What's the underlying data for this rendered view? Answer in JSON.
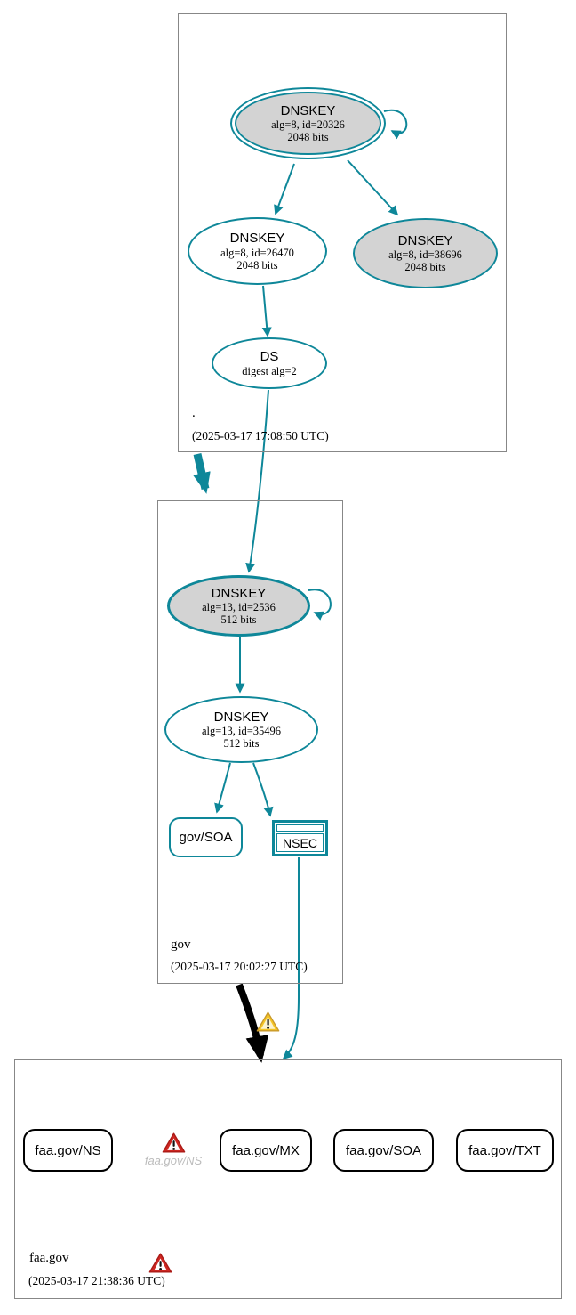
{
  "colors": {
    "secure_teal": "#0e8799",
    "node_gray_fill": "#d3d3d3",
    "zone_box_border": "#878787",
    "error_red": "#ce2722",
    "warning_yellow": "#f4c425",
    "inactive_gray_text": "#bcbcbc",
    "bogus_black_edge": "#000000"
  },
  "icons": {
    "warning": "warning-triangle-yellow",
    "error": "error-triangle-red"
  },
  "zones": {
    "root": {
      "label": ".",
      "timestamp": "(2025-03-17 17:08:50 UTC)",
      "ksk": {
        "type": "DNSKEY",
        "detail": "alg=8, id=20326",
        "bits": "2048 bits"
      },
      "zsk": {
        "type": "DNSKEY",
        "detail": "alg=8, id=26470",
        "bits": "2048 bits"
      },
      "ksk2": {
        "type": "DNSKEY",
        "detail": "alg=8, id=38696",
        "bits": "2048 bits"
      },
      "ds": {
        "type": "DS",
        "detail": "digest alg=2"
      }
    },
    "gov": {
      "label": "gov",
      "timestamp": "(2025-03-17 20:02:27 UTC)",
      "ksk": {
        "type": "DNSKEY",
        "detail": "alg=13, id=2536",
        "bits": "512 bits"
      },
      "zsk": {
        "type": "DNSKEY",
        "detail": "alg=13, id=35496",
        "bits": "512 bits"
      },
      "soa": {
        "label": "gov/SOA"
      },
      "nsec": {
        "label": "NSEC"
      }
    },
    "faa": {
      "label": "faa.gov",
      "timestamp": "(2025-03-17 21:38:36 UTC)",
      "rrsets": [
        {
          "label": "faa.gov/NS"
        },
        {
          "label": "faa.gov/MX"
        },
        {
          "label": "faa.gov/SOA"
        },
        {
          "label": "faa.gov/TXT"
        }
      ],
      "missing": {
        "label": "faa.gov/NS"
      }
    }
  }
}
